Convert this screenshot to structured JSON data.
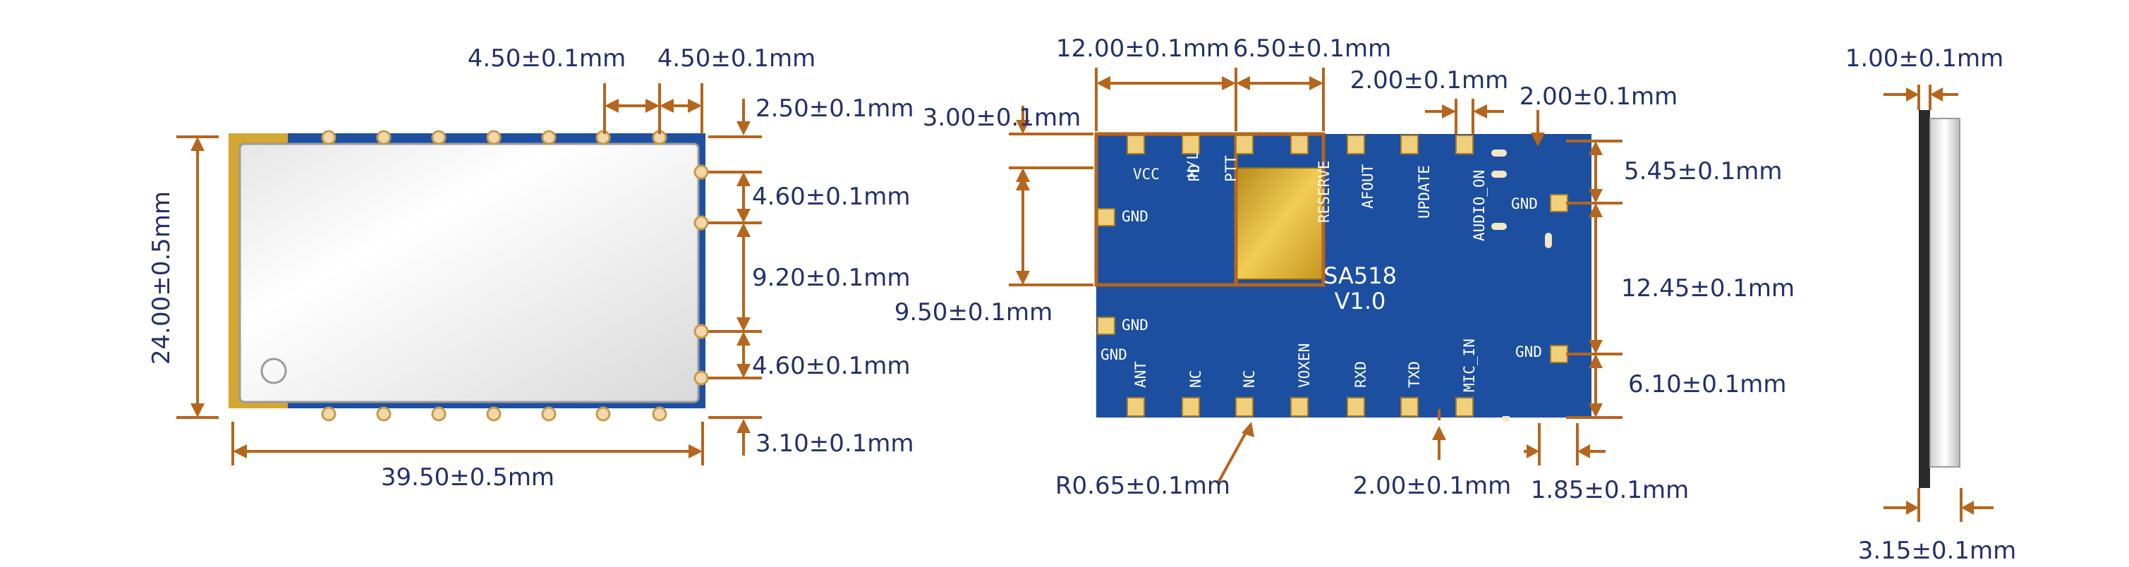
{
  "module": {
    "name": "SA518",
    "version": "V1.0",
    "pins": {
      "top": [
        "VCC",
        "H/L",
        "PD",
        "PTT",
        "RESERVE",
        "AFOUT",
        "UPDATE",
        "AUDIO_ON"
      ],
      "left": [
        "GND",
        "GND"
      ],
      "bottom_left": "GND",
      "right": "GND",
      "bottom": [
        "ANT",
        "NC",
        "NC",
        "VOXEN",
        "RXD",
        "TXD",
        "MIC_IN"
      ],
      "right_bottom": "GND"
    }
  },
  "dimensions": {
    "left_view": {
      "pitch_a": "4.50±0.1mm",
      "pitch_b": "4.50±0.1mm",
      "top_offset": "2.50±0.1mm",
      "gap_1": "4.60±0.1mm",
      "gap_2": "9.20±0.1mm",
      "gap_3": "4.60±0.1mm",
      "bottom_offset": "3.10±0.1mm",
      "height": "24.00±0.5mm",
      "width": "39.50±0.5mm"
    },
    "center_view": {
      "top_a": "12.00±0.1mm",
      "top_b": "6.50±0.1mm",
      "pitch_top": "2.00±0.1mm",
      "left_offset": "3.00±0.1mm",
      "right_pitch": "2.00±0.1mm",
      "right_a": "5.45±0.1mm",
      "left_block": "9.50±0.1mm",
      "right_b": "12.45±0.1mm",
      "right_c": "6.10±0.1mm",
      "radius": "R0.65±0.1mm",
      "pitch_bottom": "2.00±0.1mm",
      "right_edge": "1.85±0.1mm"
    },
    "side_view": {
      "thickness_pcb": "1.00±0.1mm",
      "thickness_total": "3.15±0.1mm"
    }
  }
}
